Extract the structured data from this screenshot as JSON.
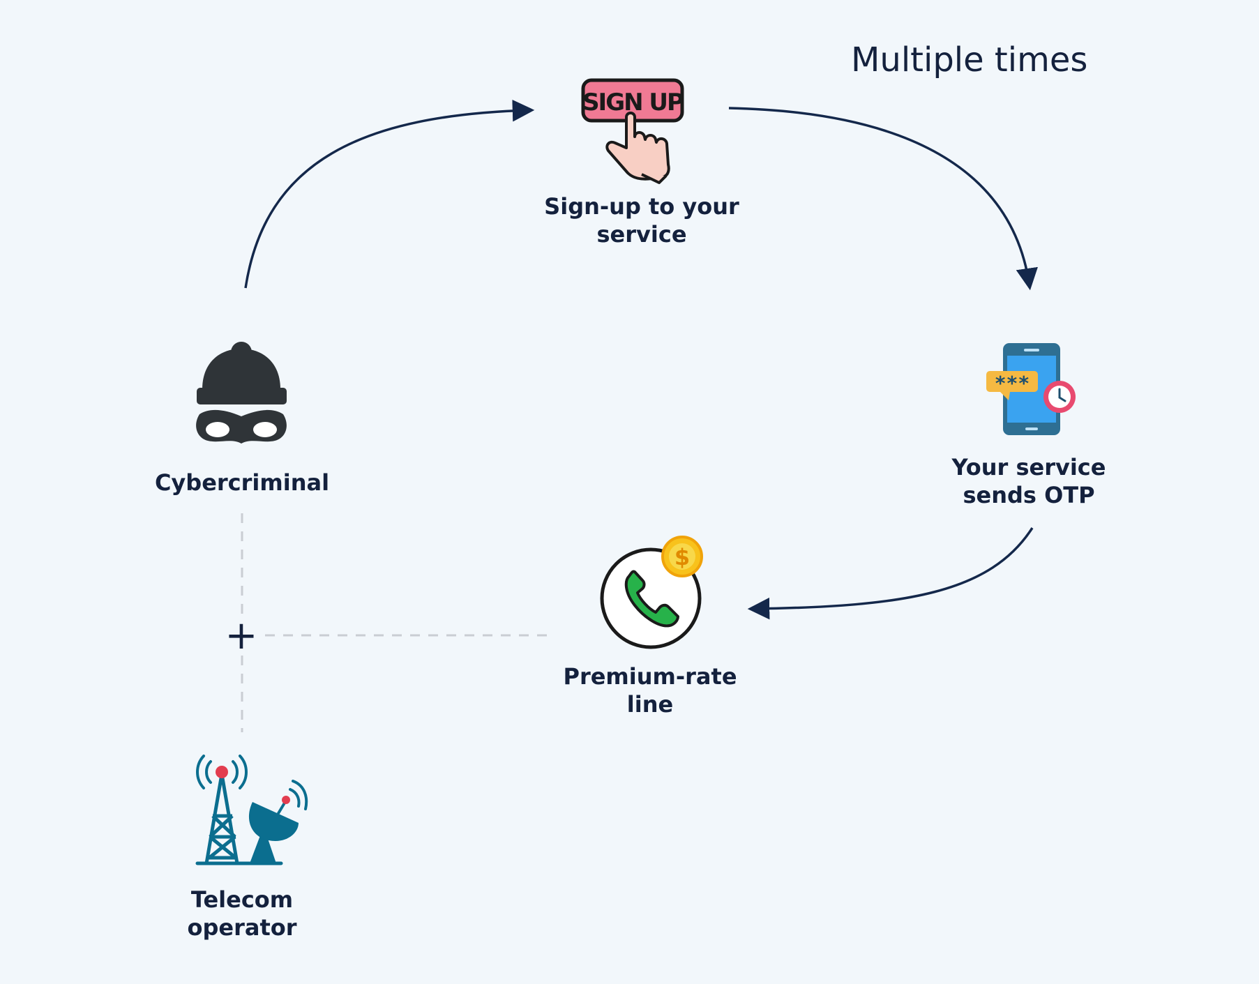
{
  "header": {
    "title": "Multiple times"
  },
  "nodes": {
    "signup": {
      "button_text": "SIGN UP",
      "line1": "Sign-up to your",
      "line2": "service"
    },
    "otp": {
      "code": "***",
      "line1": "Your service",
      "line2": "sends OTP"
    },
    "premium": {
      "coin_symbol": "$",
      "line1": "Premium-rate",
      "line2": "line"
    },
    "criminal": {
      "line1": "Cybercriminal"
    },
    "telecom": {
      "line1": "Telecom",
      "line2": "operator"
    },
    "junction": {
      "symbol": "+"
    }
  },
  "colors": {
    "background": "#f2f7fb",
    "text": "#14213d",
    "arrow": "#14284b",
    "dashed": "#c9cdd3",
    "signup_pink": "#f07a94",
    "phone_blue": "#3aa3f0",
    "phone_frame": "#2e6f93",
    "otp_bubble": "#f5b942",
    "clock_pink": "#e84a6f",
    "call_green": "#27b24a",
    "coin_gold": "#f8c21c",
    "criminal_dark": "#2f3438",
    "tower_blue": "#0b6e8f",
    "tower_red": "#e23d4f"
  },
  "icons": [
    "sign-up-button-icon",
    "hand-pointer-icon",
    "phone-otp-icon",
    "clock-icon",
    "phone-call-icon",
    "coin-icon",
    "thief-icon",
    "radio-tower-icon",
    "satellite-dish-icon"
  ]
}
